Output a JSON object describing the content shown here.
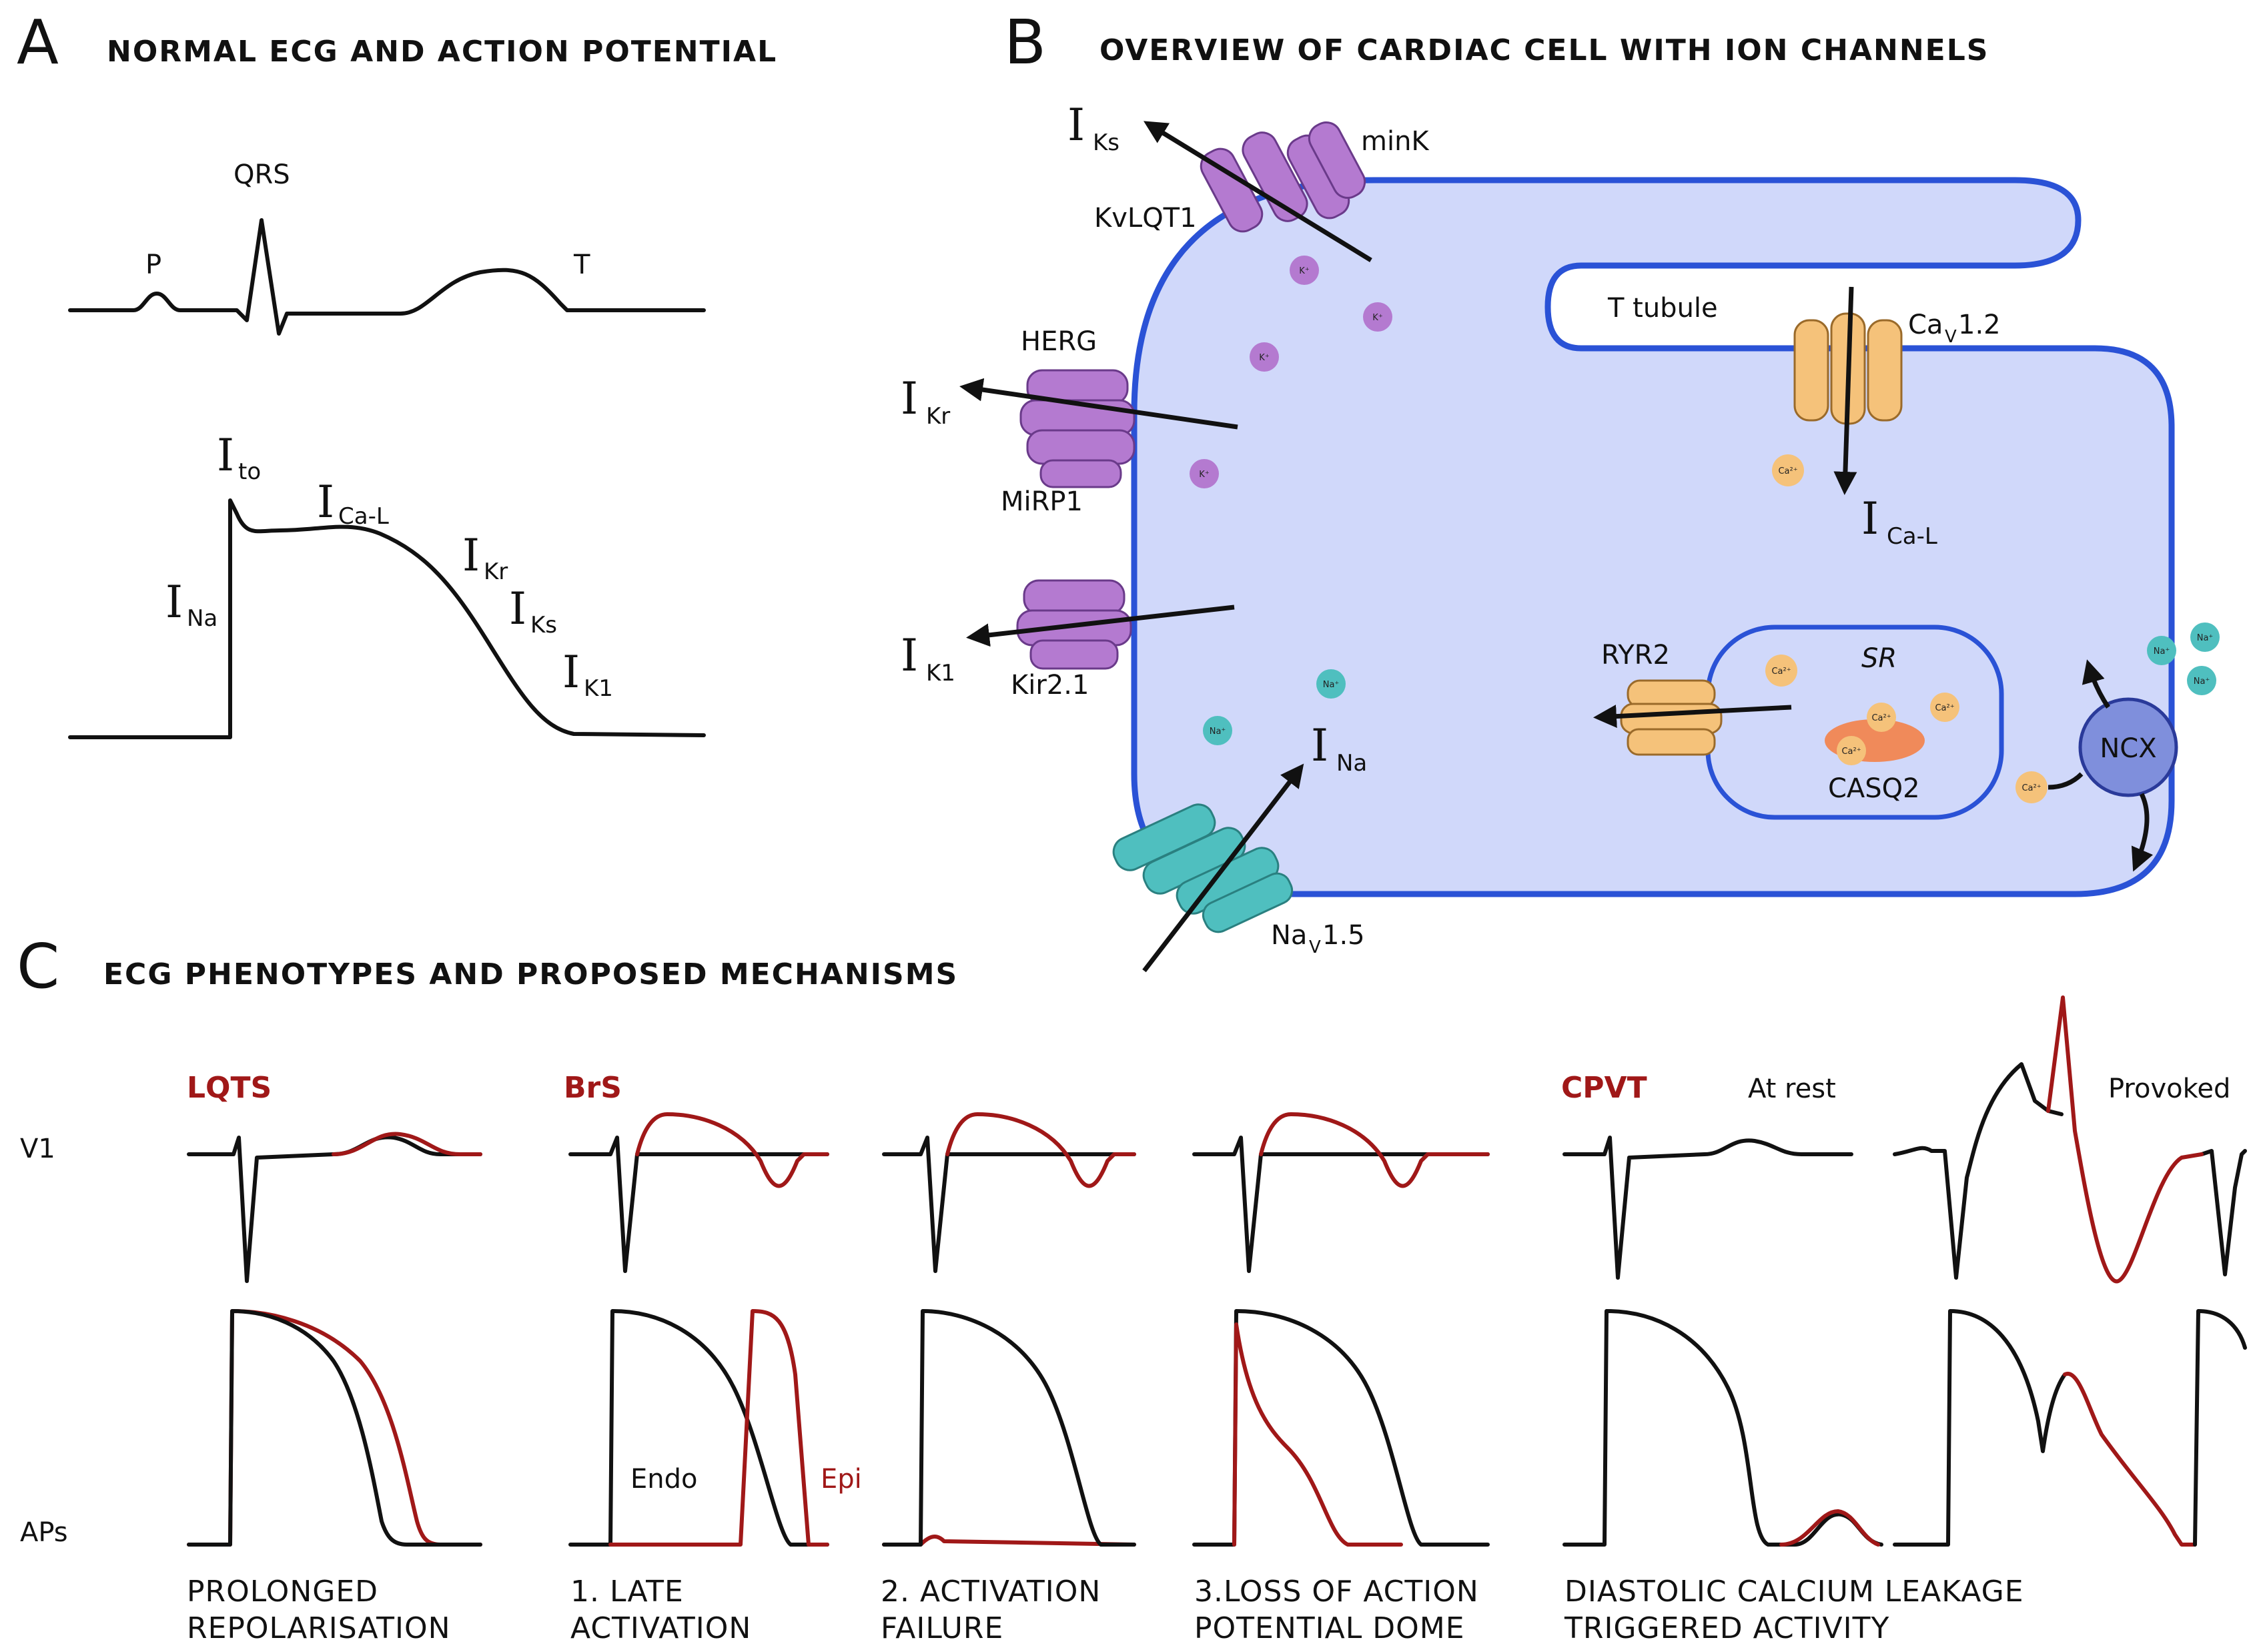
{
  "panel_a": {
    "letter": "A",
    "title": "NORMAL ECG AND ACTION POTENTIAL",
    "ecg_labels": {
      "p": "P",
      "qrs": "QRS",
      "t": "T"
    },
    "ap_currents": [
      {
        "main": "I",
        "sub": "to"
      },
      {
        "main": "I",
        "sub": "Ca-L"
      },
      {
        "main": "I",
        "sub": "Na"
      },
      {
        "main": "I",
        "sub": "Kr"
      },
      {
        "main": "I",
        "sub": "Ks"
      },
      {
        "main": "I",
        "sub": "K1"
      }
    ]
  },
  "panel_b": {
    "letter": "B",
    "title": "OVERVIEW OF CARDIAC CELL WITH ION CHANNELS",
    "currents": [
      {
        "main": "I",
        "sub": "Ks"
      },
      {
        "main": "I",
        "sub": "Kr"
      },
      {
        "main": "I",
        "sub": "K1"
      },
      {
        "main": "I",
        "sub": "Na"
      },
      {
        "main": "I",
        "sub": "Ca-L"
      }
    ],
    "channels": {
      "mink": "minK",
      "kvlqt1": "KvLQT1",
      "herg": "HERG",
      "mirp1": "MiRP1",
      "kir21": "Kir2.1",
      "nav15_main": "Na",
      "nav15_sub": "V",
      "nav15_tail": "1.5",
      "cav12_main": "Ca",
      "cav12_sub": "V",
      "cav12_tail": "1.2",
      "ryr2": "RYR2",
      "casq2": "CASQ2",
      "ncx": "NCX"
    },
    "compartments": {
      "t_tubule": "T tubule",
      "sr": "SR"
    },
    "ions": {
      "k": "K⁺",
      "na": "Na⁺",
      "ca": "Ca²⁺"
    },
    "colors": {
      "cell_fill": "#d0d8fa",
      "membrane": "#2a52d6",
      "potassium_channel": "#b47ad0",
      "sodium_channel": "#4fbfbf",
      "calcium_channel": "#f5c27a",
      "ncx": "#7f8fdc",
      "casq2": "#f08a5a"
    }
  },
  "panel_c": {
    "letter": "C",
    "title": "ECG PHENOTYPES AND PROPOSED MECHANISMS",
    "row_labels": {
      "v1": "V1",
      "aps": "APs"
    },
    "syndromes": {
      "lqts": "LQTS",
      "brs": "BrS",
      "cpvt": "CPVT"
    },
    "cpvt_states": {
      "rest": "At rest",
      "provoked": "Provoked"
    },
    "ap_legend": {
      "endo": "Endo",
      "epi": "Epi"
    },
    "captions": [
      {
        "line1": "PROLONGED",
        "line2": "REPOLARISATION"
      },
      {
        "line1": "1. LATE",
        "line2": "ACTIVATION"
      },
      {
        "line1": "2. ACTIVATION",
        "line2": "FAILURE"
      },
      {
        "line1": "3.LOSS OF ACTION",
        "line2": "POTENTIAL DOME"
      },
      {
        "line1": "DIASTOLIC CALCIUM LEAKAGE",
        "line2": "TRIGGERED ACTIVITY"
      }
    ],
    "colors": {
      "normal": "#111111",
      "abnormal": "#a01818"
    }
  }
}
